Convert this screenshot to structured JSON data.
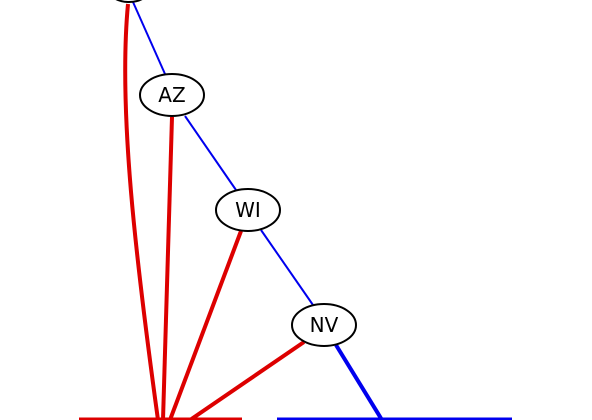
{
  "colors": {
    "red": "#dd0000",
    "blue": "#0000ee",
    "stroke": "#000000",
    "fill": "#ffffff"
  },
  "nodes": [
    {
      "id": "top",
      "label": ""
    },
    {
      "id": "az",
      "label": "AZ"
    },
    {
      "id": "wi",
      "label": "WI"
    },
    {
      "id": "nv",
      "label": "NV"
    }
  ],
  "legend": {
    "red_bar": "",
    "blue_bar": ""
  }
}
